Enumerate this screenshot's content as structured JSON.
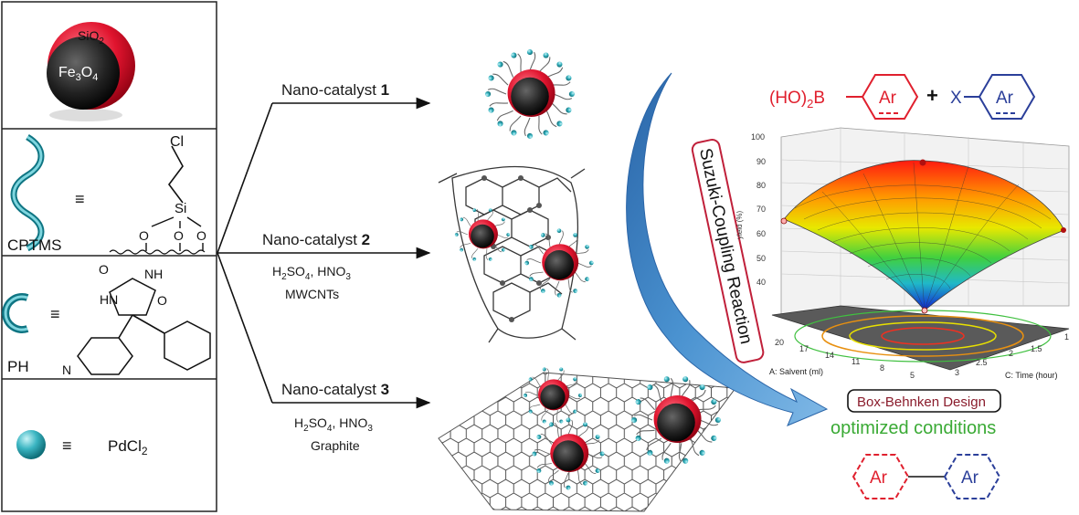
{
  "legend": {
    "core": {
      "shell_label": "SiO2",
      "core_label": "Fe3O4"
    },
    "linker": {
      "label": "CPTMS",
      "chain_atom": "Cl",
      "si_atom": "Si",
      "o_atom": "O",
      "equiv_symbol": "≡"
    },
    "drug": {
      "label": "PH",
      "n_atom": "N",
      "nh_atom": "NH",
      "hn_atom": "HN",
      "o_atom": "O"
    },
    "metal": {
      "label": "PdCl2"
    }
  },
  "catalysts": [
    {
      "name": "Nano-catalyst",
      "number": "1",
      "conditions": []
    },
    {
      "name": "Nano-catalyst",
      "number": "2",
      "conditions": [
        "H2SO4, HNO3",
        "MWCNTs"
      ]
    },
    {
      "name": "Nano-catalyst",
      "number": "3",
      "conditions": [
        "H2SO4, HNO3",
        "Graphite"
      ]
    }
  ],
  "reaction": {
    "name": "Suzuki-Coupling Reaction",
    "boronic": "(HO)2B",
    "aryl": "Ar",
    "plus": "+",
    "halide": "X",
    "product_aryl": "Ar"
  },
  "surface_plot": {
    "ylabel": "yield (%)",
    "y_ticks": [
      "100",
      "90",
      "80",
      "70",
      "60",
      "50",
      "40"
    ],
    "a_axis_label": "A: Salvent (ml)",
    "a_ticks": [
      "20",
      "17",
      "14",
      "11",
      "8",
      "5"
    ],
    "c_axis_label": "C: Time (hour)",
    "c_ticks": [
      "3",
      "2.5",
      "2",
      "1.5",
      "1"
    ]
  },
  "design": {
    "label": "Box-Behnken Design",
    "result": "optimized conditions"
  },
  "colors": {
    "red": "#e0202e",
    "blue": "#2b3f9a",
    "green": "#3aaa35",
    "teal": "#5fc0c8",
    "arrow_blue": "#3a7fc0"
  }
}
